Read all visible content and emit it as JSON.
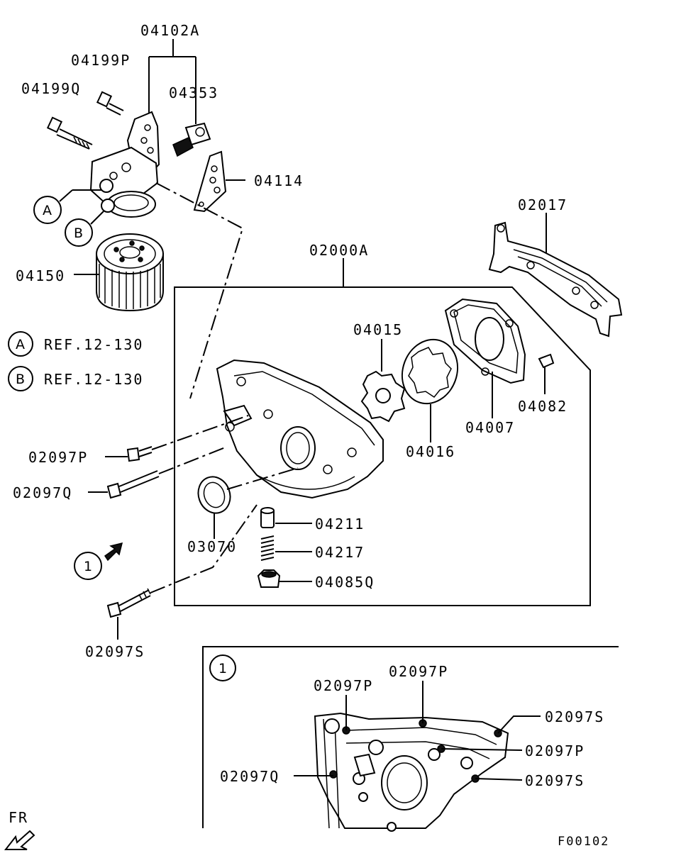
{
  "parts": {
    "p04102A": "04102A",
    "p04199P": "04199P",
    "p04199Q": "04199Q",
    "p04353": "04353",
    "p04114": "04114",
    "p04150": "04150",
    "p02017": "02017",
    "p02000A": "02000A",
    "p04015": "04015",
    "p04016": "04016",
    "p04007": "04007",
    "p04082": "04082",
    "p02097P": "02097P",
    "p02097Q": "02097Q",
    "p03070": "03070",
    "p04211": "04211",
    "p04217": "04217",
    "p04085Q": "04085Q",
    "p02097S": "02097S"
  },
  "refs": {
    "a_marker": "A",
    "b_marker": "B",
    "a_marker_2": "A",
    "b_marker_2": "B",
    "a_text": "REF.12-130",
    "b_text": "REF.12-130",
    "view1_marker": "1"
  },
  "detail": {
    "marker": "1",
    "p02097P_a": "02097P",
    "p02097P_b": "02097P",
    "p02097P_c": "02097P",
    "p02097S_a": "02097S",
    "p02097S_b": "02097S",
    "p02097Q": "02097Q"
  },
  "footer": {
    "fr_label": "FR",
    "diagram_code": "F00102"
  }
}
